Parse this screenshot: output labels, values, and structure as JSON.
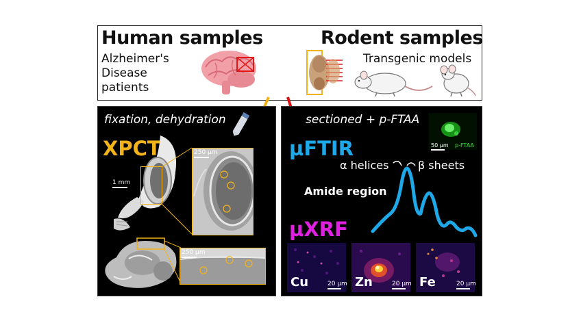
{
  "human": {
    "title": "Human samples",
    "line1": "Alzheimer's",
    "line2": "Disease",
    "line3": "patients"
  },
  "rodent": {
    "title": "Rodent samples",
    "subtitle": "Transgenic models"
  },
  "left_panel": {
    "caption": "fixation, dehydration",
    "technique": "XPCT",
    "scale_1mm": "1 mm",
    "scale_250_top": "250 µm",
    "scale_250_bottom": "250 µm"
  },
  "right_panel": {
    "caption": "sectioned + p-FTAA",
    "ftir_label": "µFTIR",
    "xrf_label": "µXRF",
    "alpha_label": "α helices",
    "beta_label": "β sheets",
    "amide_label": "Amide region",
    "inset_scale": "50 µm",
    "inset_stain": "p-FTAA",
    "maps": [
      {
        "element": "Cu",
        "scale": "20 µm"
      },
      {
        "element": "Zn",
        "scale": "20 µm"
      },
      {
        "element": "Fe",
        "scale": "20 µm"
      }
    ]
  },
  "colors": {
    "xpct": "#f2b21a",
    "ftir": "#1fa8e8",
    "xrf": "#e020e0",
    "arrow_left": "#f2b21a",
    "arrow_right": "#e01010"
  }
}
